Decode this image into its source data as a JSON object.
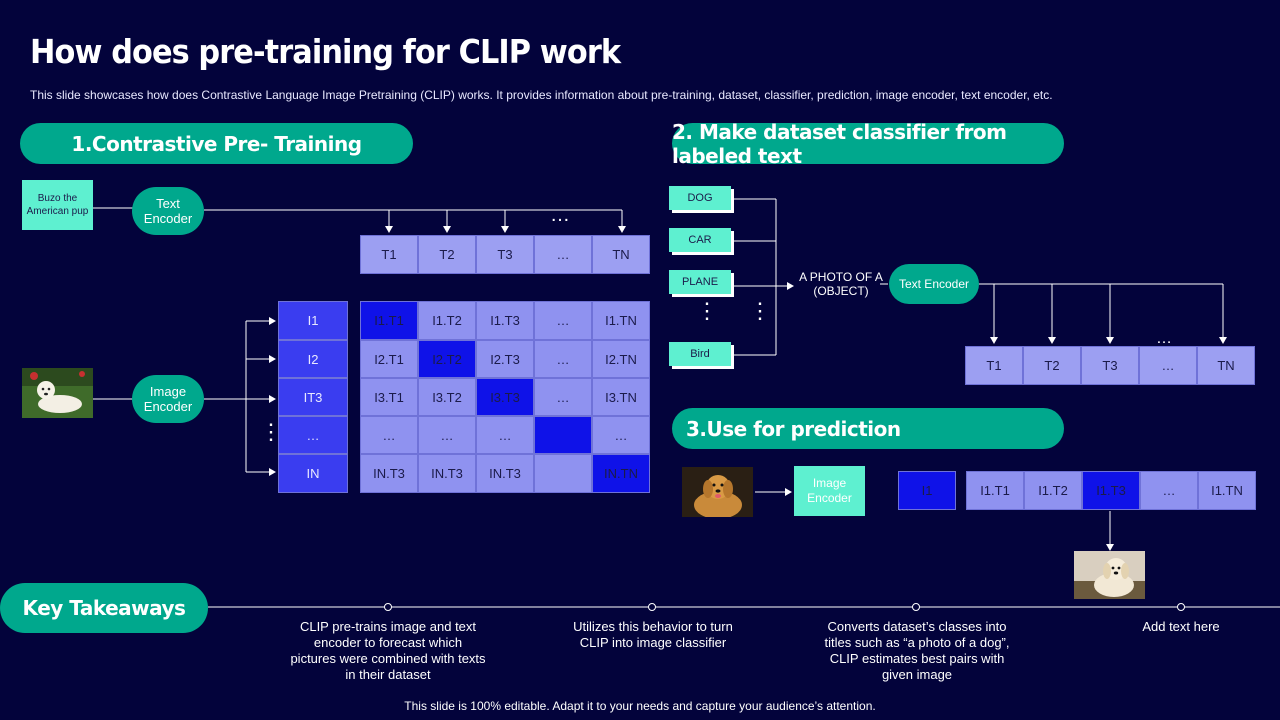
{
  "title": "How does pre-training for CLIP work",
  "subtitle": "This slide showcases how does Contrastive Language Image Pretraining (CLIP) works. It provides information about pre-training, dataset, classifier, prediction, image encoder, text encoder, etc.",
  "section1": {
    "heading": "1.Contrastive Pre- Training",
    "input_text": "Buzo the American pup",
    "text_encoder": "Text Encoder",
    "image_encoder": "Image Encoder",
    "t_headers": [
      "T1",
      "T2",
      "T3",
      "…",
      "TN"
    ],
    "i_rows": [
      "I1",
      "I2",
      "IT3",
      "…",
      "IN"
    ],
    "matrix": [
      [
        "I1.T1",
        "I1.T2",
        "I1.T3",
        "…",
        "I1.TN"
      ],
      [
        "I2.T1",
        "I2.T2",
        "I2.T3",
        "…",
        "I2.TN"
      ],
      [
        "I3.T1",
        "I3.T2",
        "I3.T3",
        "…",
        "I3.TN"
      ],
      [
        "…",
        "…",
        "…",
        "",
        "…"
      ],
      [
        "IN.T3",
        "IN.T3",
        "IN.T3",
        "",
        "IN.TN"
      ]
    ],
    "ellipsis": "…"
  },
  "section2": {
    "heading": "2. Make dataset classifier from labeled text",
    "labels": [
      "DOG",
      "CAR",
      "PLANE",
      "Bird"
    ],
    "prompt": "A PHOTO OF A (OBJECT)",
    "text_encoder": "Text Encoder",
    "t_headers": [
      "T1",
      "T2",
      "T3",
      "…",
      "TN"
    ]
  },
  "section3": {
    "heading": "3.Use for prediction",
    "image_encoder": "Image Encoder",
    "i1": "I1",
    "row": [
      "I1.T1",
      "I1.T2",
      "I1.T3",
      "…",
      "I1.TN"
    ]
  },
  "takeaways": {
    "heading": "Key Takeaways",
    "items": [
      "CLIP pre-trains image and text encoder to forecast which pictures were combined with texts in their dataset",
      "Utilizes this behavior to turn CLIP into image classifier",
      "Converts dataset’s classes into titles such as “a photo of a dog”, CLIP estimates best pairs with given image",
      "Add text here"
    ]
  },
  "footer": "This slide is 100% editable. Adapt it to your needs and capture your audience’s attention.",
  "colors": {
    "background": "#03033b",
    "teal": "#00a88d",
    "aqua": "#5ef0d0",
    "blue": "#0f12e8",
    "lavender": "#9c9ff2"
  }
}
